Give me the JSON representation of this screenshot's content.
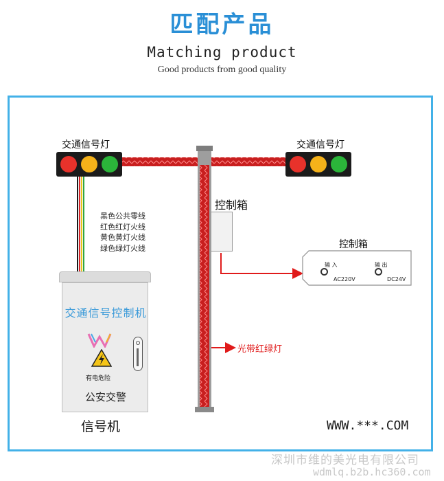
{
  "header": {
    "title_cn": "匹配产品",
    "title_en": "Matching product",
    "tagline": "Good products from good quality"
  },
  "diagram": {
    "left_light_label": "交通信号灯",
    "right_light_label": "交通信号灯",
    "lamp_colors": [
      "#e8322b",
      "#f5b21a",
      "#2bb53a"
    ],
    "wire_colors": [
      "#1a1a1a",
      "#d9262b",
      "#e8c619",
      "#2ea544"
    ],
    "wire_labels": [
      "黑色公共零线",
      "红色红灯火线",
      "黄色黄灯火线",
      "绿色绿灯火线"
    ],
    "control_box_label": "控制箱",
    "panel_title": "控制箱",
    "input_label": "输 入",
    "input_voltage": "AC220V",
    "output_label": "输 出",
    "output_voltage": "DC24V",
    "pole_light_label": "光带红绿灯",
    "cabinet_title": "交通信号控制机",
    "danger_label": "有电危险",
    "cabinet_footer": "公安交警",
    "cabinet_caption": "信号机",
    "accent_red": "#e01a1a",
    "frame_color": "#43b1e8"
  },
  "watermarks": {
    "site": "WWW.***.COM",
    "company": "深圳市维的美光电有限公司",
    "url": "wdmlq.b2b.hc360.com"
  }
}
